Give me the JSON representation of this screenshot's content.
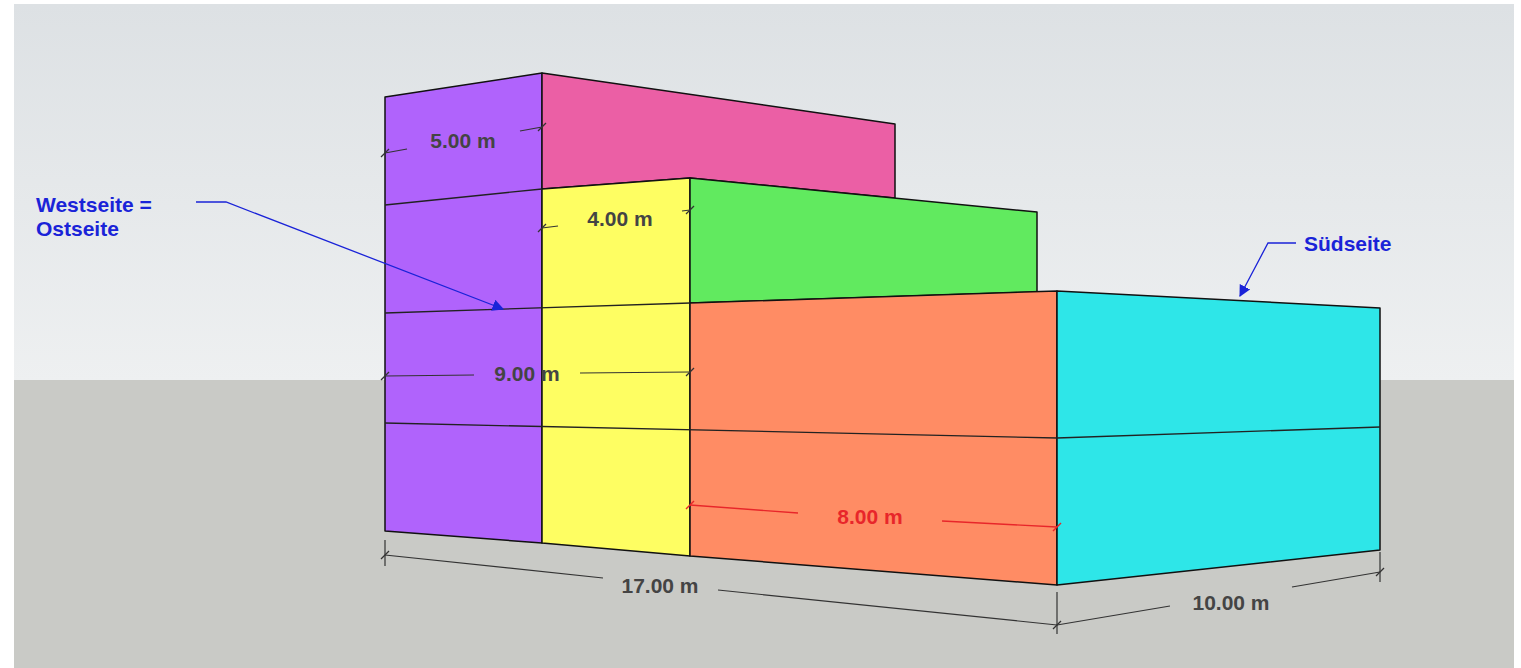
{
  "diagram": {
    "labels": [
      "5.00 m",
      "4.00 m",
      "9.00 m",
      "8.00 m",
      "17.00 m",
      "10.00 m",
      "Westseite = Ostseite",
      "Südseite"
    ]
  }
}
